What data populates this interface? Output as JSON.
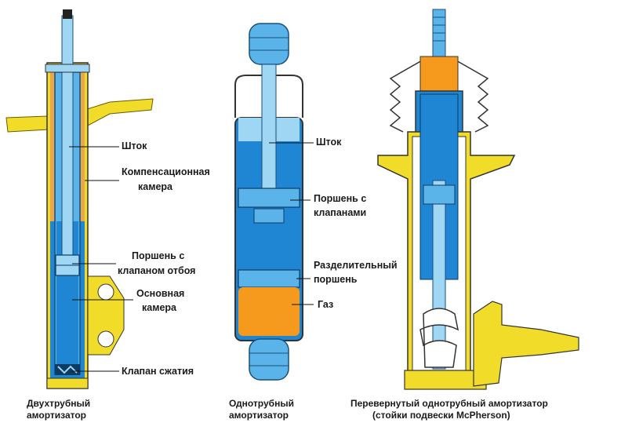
{
  "colors": {
    "blue": "#1f86d4",
    "blue_light": "#5ab4ea",
    "rod": "#9ed6f4",
    "yellow": "#f2dc2a",
    "orange": "#f59a1c",
    "body_outline": "#3a3a3a"
  },
  "twin_tube": {
    "labels": {
      "rod": "Шток",
      "comp_chamber_1": "Компенсационная",
      "comp_chamber_2": "камера",
      "rebound_piston_1": "Поршень с",
      "rebound_piston_2": "клапаном отбоя",
      "main_chamber_1": "Основная",
      "main_chamber_2": "камера",
      "comp_valve": "Клапан сжатия"
    },
    "caption_1": "Двухтрубный",
    "caption_2": "амортизатор"
  },
  "mono_tube": {
    "labels": {
      "rod": "Шток",
      "piston_1": "Поршень с",
      "piston_2": "клапанами",
      "separator_1": "Разделительный",
      "separator_2": "поршень",
      "gas": "Газ"
    },
    "caption_1": "Однотрубный",
    "caption_2": "амортизатор"
  },
  "inverted": {
    "caption_1": "Перевернутый однотрубный  амортизатор",
    "caption_2": "(стойки подвески McPherson)"
  }
}
